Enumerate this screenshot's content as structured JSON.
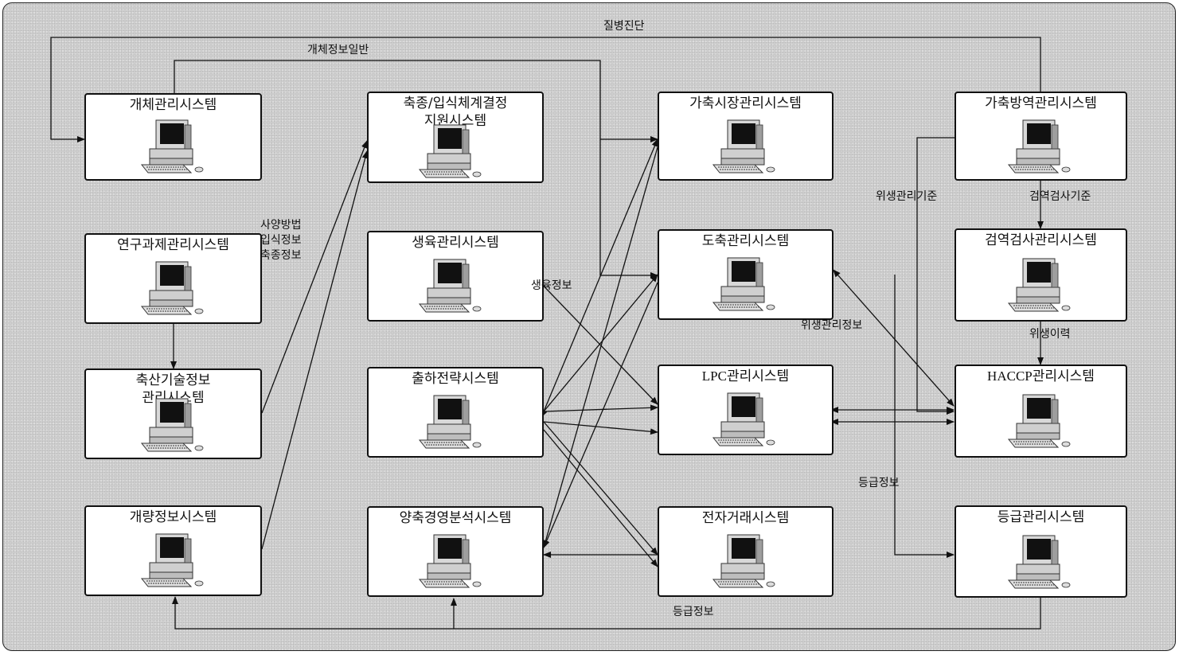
{
  "nodes": {
    "individual": "개체관리시스템",
    "research": "연구과제관리시스템",
    "livestock_tech": "축산기술정보\n관리시스템",
    "improvement": "개량정보시스템",
    "breed_decision": "축종/입식체계결정\n지원시스템",
    "rearing": "생육관리시스템",
    "shipping_strategy": "출하전략시스템",
    "farm_management": "양축경영분석시스템",
    "market": "가축시장관리시스템",
    "slaughter": "도축관리시스템",
    "lpc": "LPC관리시스템",
    "e_commerce": "전자거래시스템",
    "quarantine": "가축방역관리시스템",
    "inspection": "검역검사관리시스템",
    "haccp": "HACCP관리시스템",
    "grading": "등급관리시스템"
  },
  "flows": {
    "disease_diagnosis": "질병진단",
    "individual_general": "개체정보일반",
    "breeding_info": "사양방법\n입식정보\n축종정보",
    "rearing_info": "생육정보",
    "hygiene_standard": "위생관리기준",
    "inspection_standard": "검역검사기준",
    "hygiene_management_info": "위생관리정보",
    "hygiene_history": "위생이력",
    "grade_info_right": "등급정보",
    "grade_info_bottom": "등급정보"
  },
  "icon": "desktop-computer-icon",
  "colors": {
    "background": "#d2d2d2",
    "node_fill": "#ffffff",
    "stroke": "#111111"
  }
}
